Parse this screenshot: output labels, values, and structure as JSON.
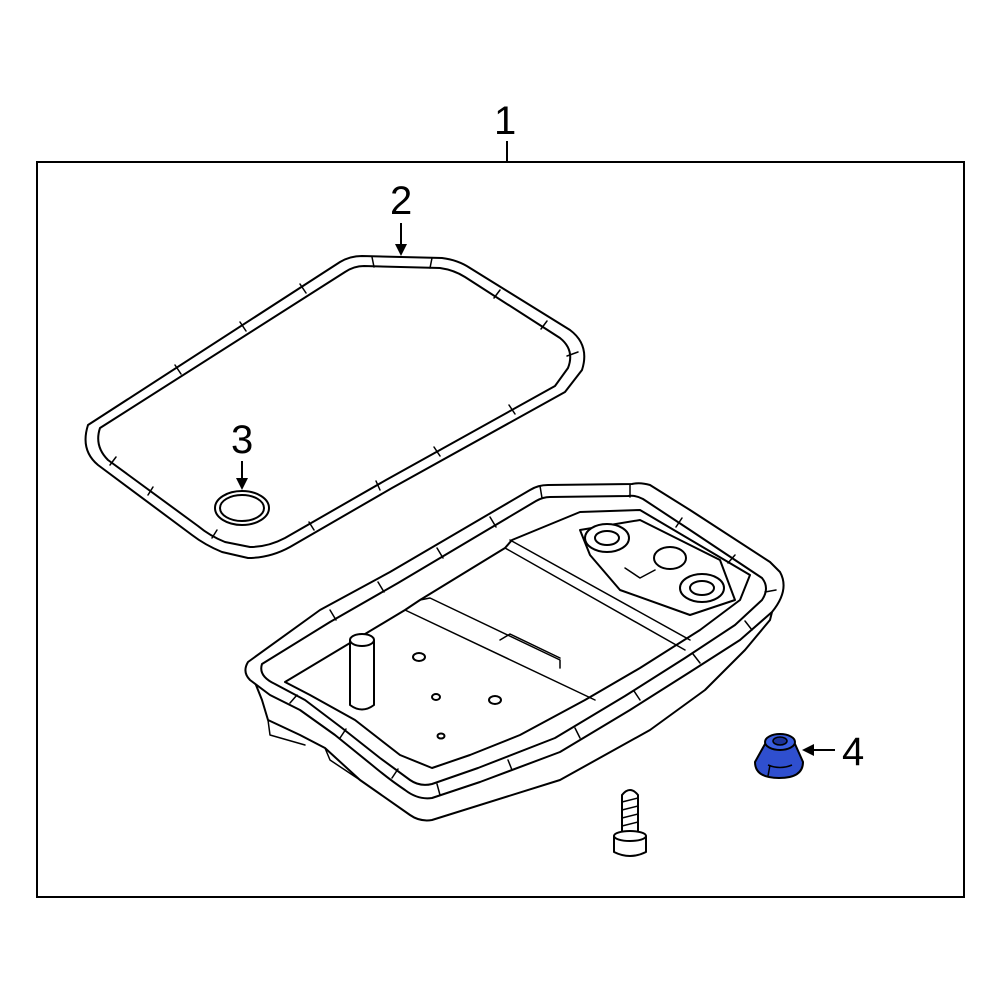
{
  "callouts": {
    "c1": "1",
    "c2": "2",
    "c3": "3",
    "c4": "4"
  },
  "colors": {
    "line": "#000000",
    "highlight": "#2f4fcf",
    "highlight_dark": "#1c3399",
    "background": "#ffffff"
  },
  "icons": {
    "oil_pan": "oil-pan-icon",
    "gasket": "pan-gasket-icon",
    "seal_ring": "seal-ring-icon",
    "drain_plug_cap": "drain-plug-cap-icon",
    "bolt": "bolt-icon"
  }
}
